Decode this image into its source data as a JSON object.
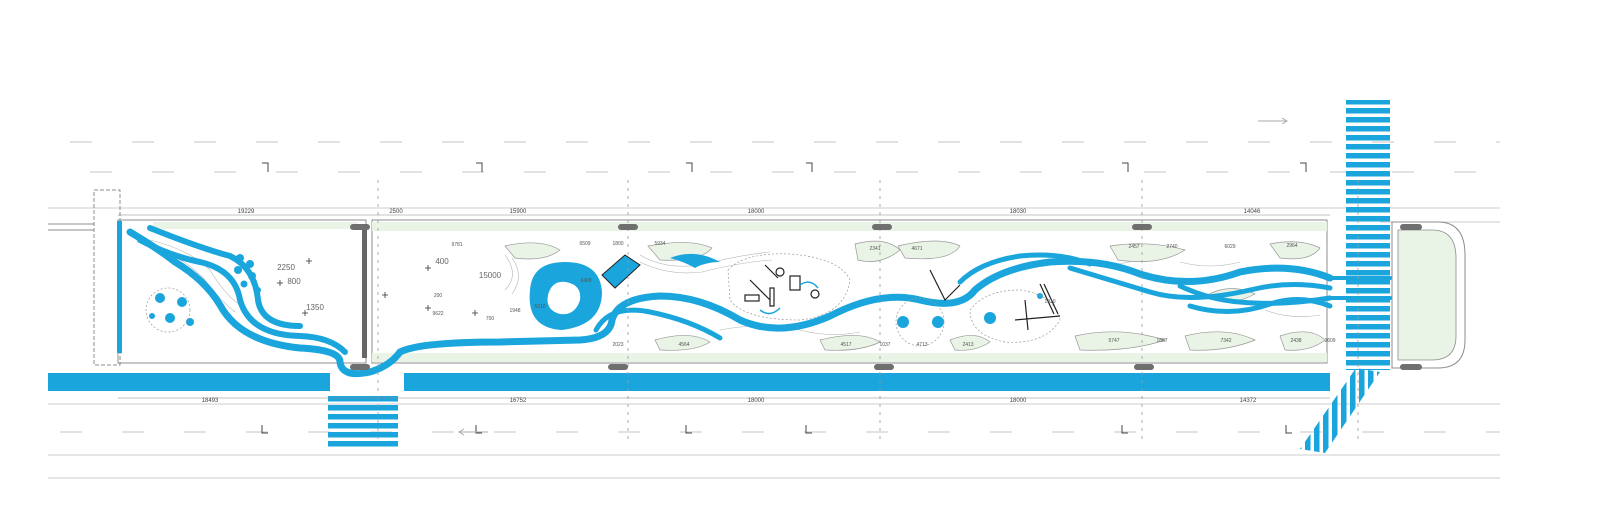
{
  "colors": {
    "water": "#1aa6dc",
    "grass": "#e9f3e6",
    "line": "#8c8c8c",
    "dark": "#222222",
    "bollard": "#6f6f6f"
  },
  "top_dimensions": [
    "19229",
    "2500",
    "15900",
    "18000",
    "18030",
    "14046"
  ],
  "bottom_dimensions": [
    "18493",
    "16752",
    "18000",
    "18000",
    "14372"
  ],
  "inner_dimensions": [
    "9781",
    "6509",
    "1800",
    "5934",
    "2341",
    "4671",
    "2457",
    "2740",
    "6029",
    "2964",
    "2023",
    "4564",
    "4517",
    "1037",
    "4713",
    "2413",
    "5747",
    "1887",
    "7342",
    "2438",
    "2609",
    "1948",
    "9622",
    "200",
    "700",
    "6409",
    "5610",
    "1810"
  ],
  "plaza_labels": [
    "2250",
    "800",
    "1350",
    "400",
    "15000"
  ],
  "icons": [
    "traffic-arrow-icon",
    "bicycle-icon"
  ]
}
